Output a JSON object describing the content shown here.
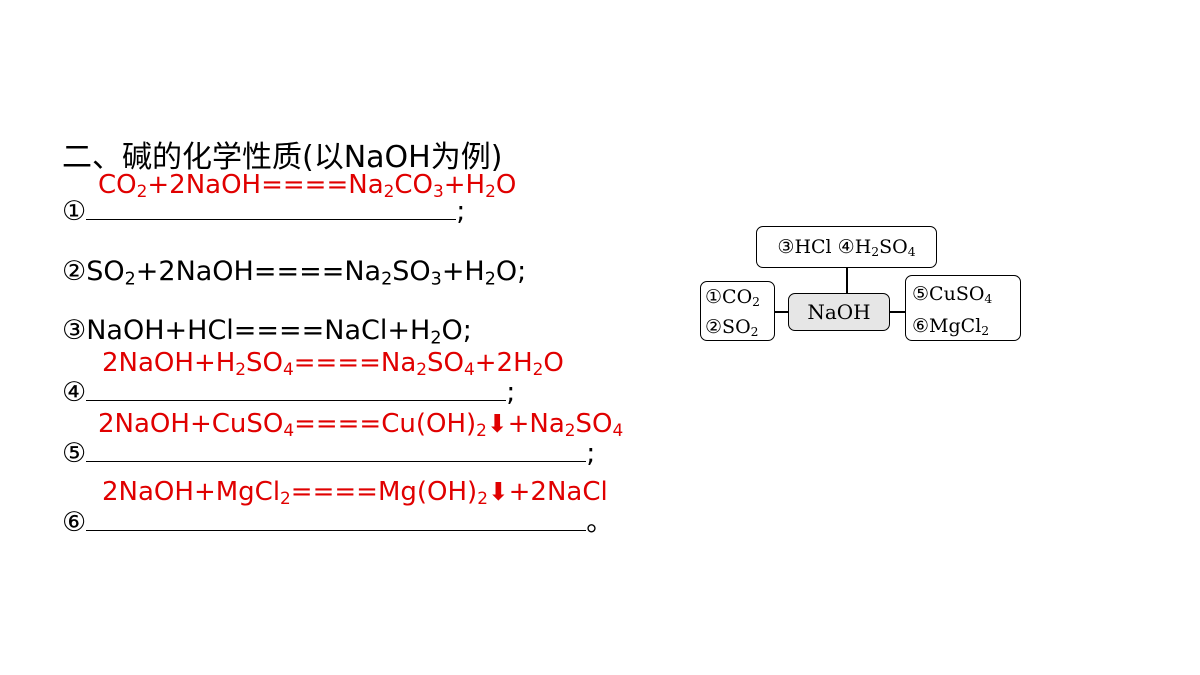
{
  "title": "二、碱的化学性质(以NaOH为例)",
  "items": [
    {
      "num": "①",
      "terminator": ";"
    },
    {
      "num": "②",
      "terminator": ";"
    },
    {
      "num": "③",
      "terminator": ";"
    },
    {
      "num": "④",
      "terminator": ";"
    },
    {
      "num": "⑤",
      "terminator": ";"
    },
    {
      "num": "⑥",
      "terminator": "。"
    }
  ],
  "colors": {
    "answer": "#e00000",
    "center_fill": "#e6e6e6"
  },
  "diagram": {
    "top_box": {
      "num1": "③",
      "s1": "HCl",
      "num2": "④"
    },
    "left_box": {
      "num1": "①",
      "num2": "②"
    },
    "center": "NaOH",
    "right_box": {
      "num1": "⑤",
      "num2": "⑥"
    }
  }
}
